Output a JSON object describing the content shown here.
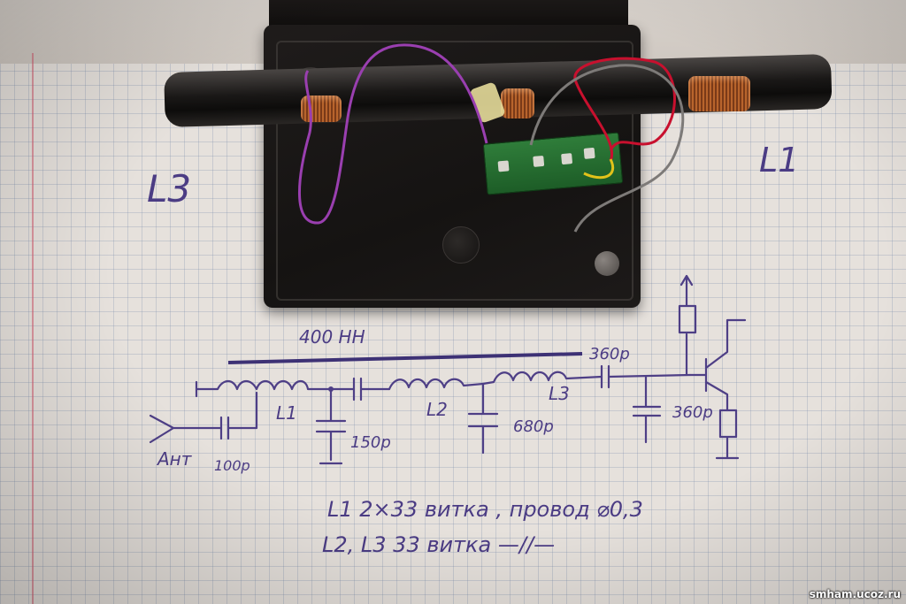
{
  "photo": {
    "description": "Photo of a ferrite-rod antenna with coils in a black plastic box, on grid paper with a hand-drawn schematic"
  },
  "labels": {
    "l3_big": "L3",
    "l1_big": "L1"
  },
  "schematic": {
    "inductance": "400 HH",
    "antenna": "Ант",
    "c_100": "100р",
    "l1": "L1",
    "c_150": "150р",
    "l2": "L2",
    "c_680": "680р",
    "l3": "L3",
    "c_360_top": "360р",
    "c_360_bottom": "360р"
  },
  "notes": {
    "line1": "L1  2×33 витка , провод ⌀0,3",
    "line2": "L2, L3   33  витка  —//—"
  },
  "watermark": "smham.ucoz.ru",
  "colors": {
    "ink": "#4e3f86",
    "copper": "#b8642c",
    "pcb": "#2f7d3a",
    "wire_violet": "#9a3fb0",
    "wire_red": "#c8102e",
    "wire_gray": "#7d7a78"
  }
}
